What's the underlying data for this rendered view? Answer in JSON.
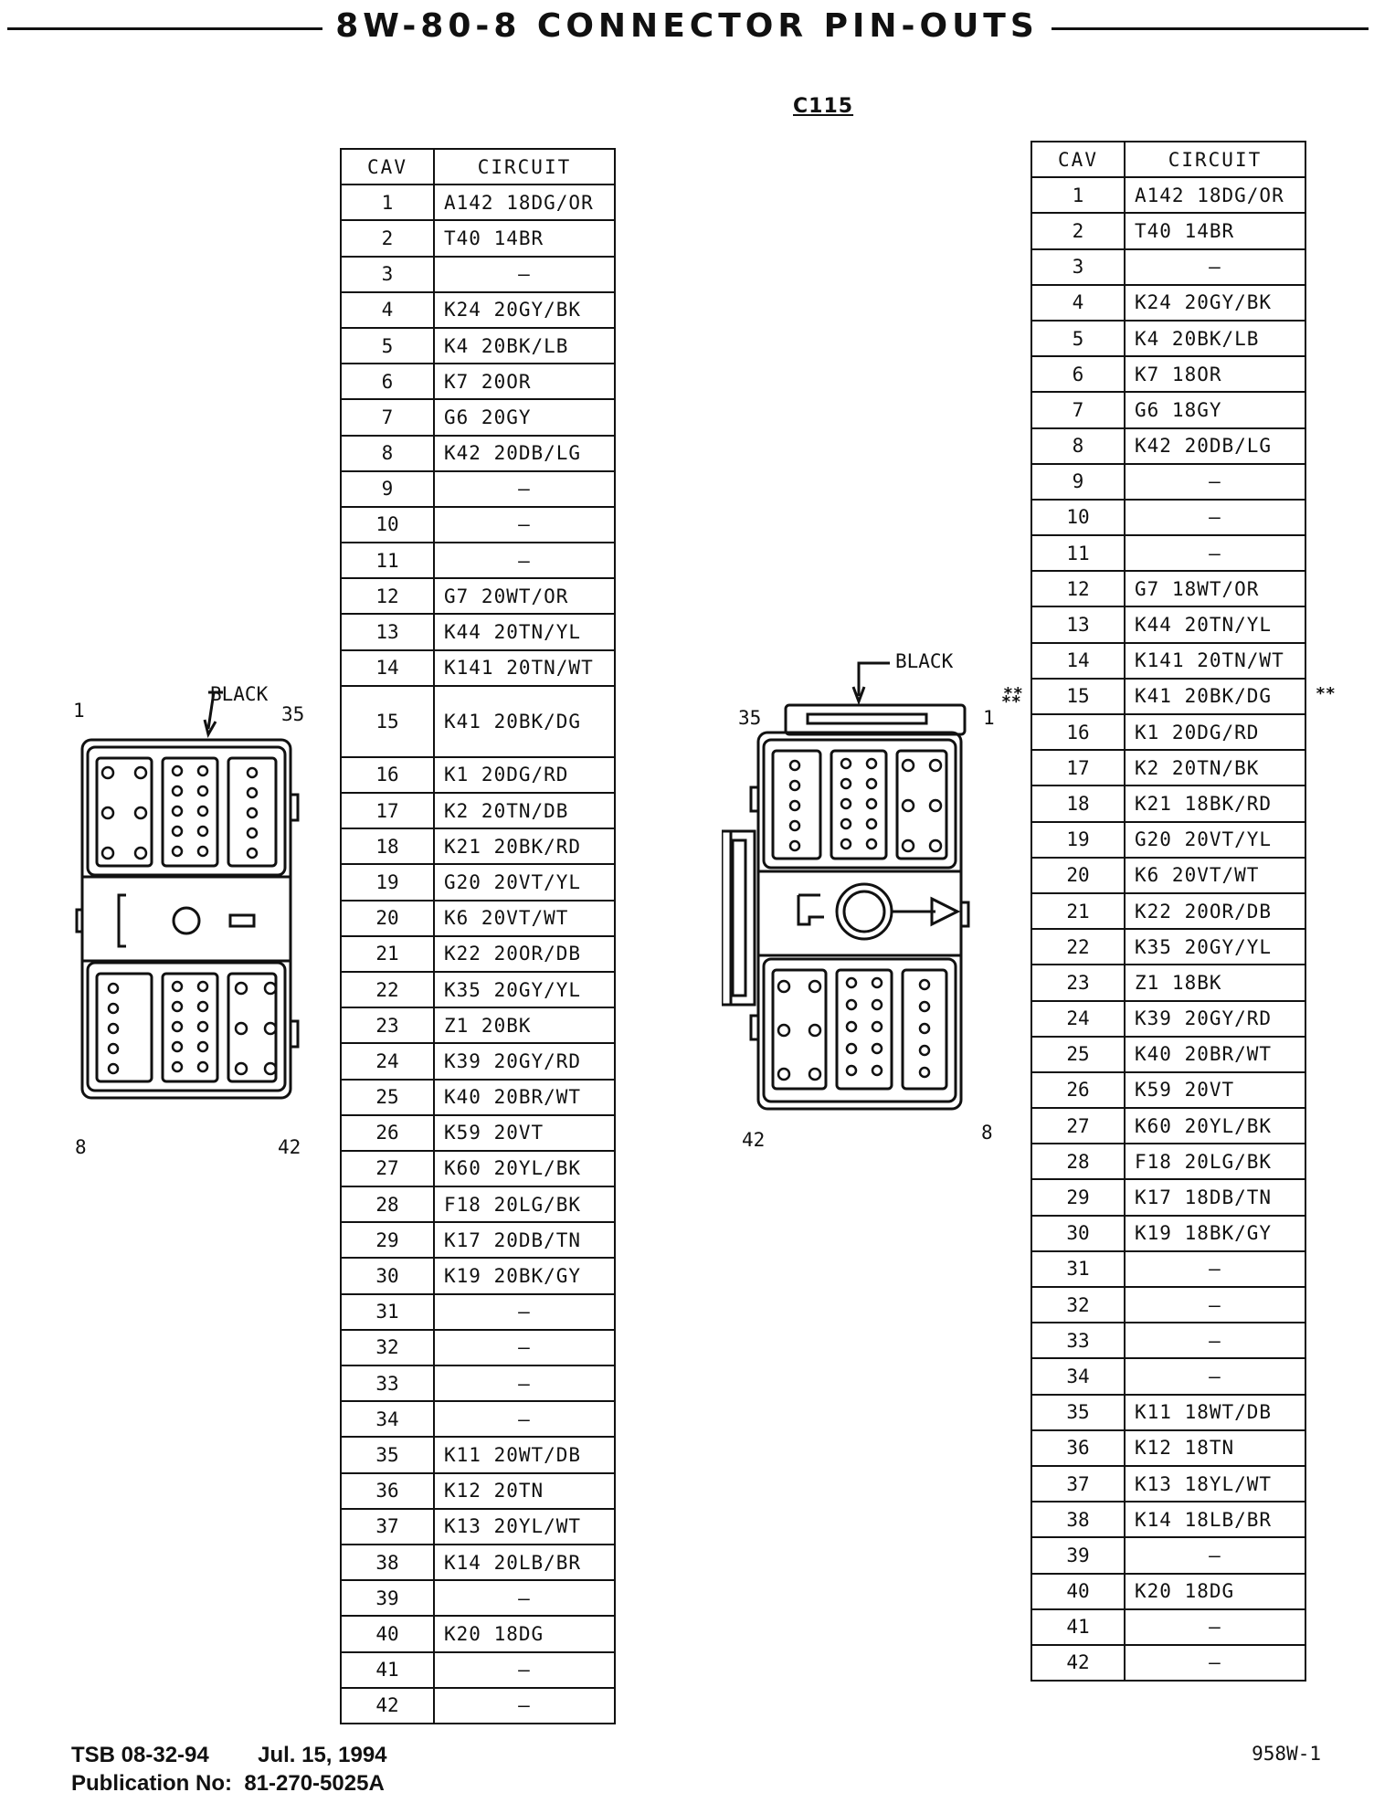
{
  "header": {
    "title": "8W-80-8 CONNECTOR PIN-OUTS",
    "connector_id": "C115"
  },
  "table_headers": {
    "cav": "CAV",
    "circuit": "CIRCUIT"
  },
  "left_connector": {
    "color_label": "BLACK",
    "corner_labels": {
      "top_left": "1",
      "top_right": "35",
      "bottom_left": "8",
      "bottom_right": "42"
    },
    "rows": [
      {
        "cav": "1",
        "circuit": "A142 18DG/OR"
      },
      {
        "cav": "2",
        "circuit": "T40 14BR"
      },
      {
        "cav": "3",
        "circuit": "—"
      },
      {
        "cav": "4",
        "circuit": "K24 20GY/BK"
      },
      {
        "cav": "5",
        "circuit": "K4 20BK/LB"
      },
      {
        "cav": "6",
        "circuit": "K7 20OR"
      },
      {
        "cav": "7",
        "circuit": "G6 20GY"
      },
      {
        "cav": "8",
        "circuit": "K42 20DB/LG"
      },
      {
        "cav": "9",
        "circuit": "—"
      },
      {
        "cav": "10",
        "circuit": "—"
      },
      {
        "cav": "11",
        "circuit": "—"
      },
      {
        "cav": "12",
        "circuit": "G7 20WT/OR"
      },
      {
        "cav": "13",
        "circuit": "K44 20TN/YL"
      },
      {
        "cav": "14",
        "circuit": "K141 20TN/WT"
      },
      {
        "cav": "15",
        "circuit": "K41 20BK/DG"
      },
      {
        "cav": "16",
        "circuit": "K1 20DG/RD"
      },
      {
        "cav": "17",
        "circuit": "K2 20TN/DB"
      },
      {
        "cav": "18",
        "circuit": "K21 20BK/RD"
      },
      {
        "cav": "19",
        "circuit": "G20 20VT/YL"
      },
      {
        "cav": "20",
        "circuit": "K6 20VT/WT"
      },
      {
        "cav": "21",
        "circuit": "K22 20OR/DB"
      },
      {
        "cav": "22",
        "circuit": "K35 20GY/YL"
      },
      {
        "cav": "23",
        "circuit": "Z1 20BK"
      },
      {
        "cav": "24",
        "circuit": "K39 20GY/RD"
      },
      {
        "cav": "25",
        "circuit": "K40 20BR/WT"
      },
      {
        "cav": "26",
        "circuit": "K59 20VT"
      },
      {
        "cav": "27",
        "circuit": "K60 20YL/BK"
      },
      {
        "cav": "28",
        "circuit": "F18 20LG/BK"
      },
      {
        "cav": "29",
        "circuit": "K17 20DB/TN"
      },
      {
        "cav": "30",
        "circuit": "K19 20BK/GY"
      },
      {
        "cav": "31",
        "circuit": "—"
      },
      {
        "cav": "32",
        "circuit": "—"
      },
      {
        "cav": "33",
        "circuit": "—"
      },
      {
        "cav": "34",
        "circuit": "—"
      },
      {
        "cav": "35",
        "circuit": "K11 20WT/DB"
      },
      {
        "cav": "36",
        "circuit": "K12 20TN"
      },
      {
        "cav": "37",
        "circuit": "K13 20YL/WT"
      },
      {
        "cav": "38",
        "circuit": "K14 20LB/BR"
      },
      {
        "cav": "39",
        "circuit": "—"
      },
      {
        "cav": "40",
        "circuit": "K20 18DG"
      },
      {
        "cav": "41",
        "circuit": "—"
      },
      {
        "cav": "42",
        "circuit": "—"
      }
    ]
  },
  "right_connector": {
    "color_label": "BLACK",
    "corner_labels": {
      "top_left": "35",
      "top_right": "1",
      "bottom_left": "42",
      "bottom_right": "8"
    },
    "note_marker": "**",
    "rows": [
      {
        "cav": "1",
        "circuit": "A142 18DG/OR"
      },
      {
        "cav": "2",
        "circuit": "T40 14BR"
      },
      {
        "cav": "3",
        "circuit": "—"
      },
      {
        "cav": "4",
        "circuit": "K24 20GY/BK"
      },
      {
        "cav": "5",
        "circuit": "K4 20BK/LB"
      },
      {
        "cav": "6",
        "circuit": "K7 18OR"
      },
      {
        "cav": "7",
        "circuit": "G6 18GY"
      },
      {
        "cav": "8",
        "circuit": "K42 20DB/LG"
      },
      {
        "cav": "9",
        "circuit": "—"
      },
      {
        "cav": "10",
        "circuit": "—"
      },
      {
        "cav": "11",
        "circuit": "—"
      },
      {
        "cav": "12",
        "circuit": "G7 18WT/OR"
      },
      {
        "cav": "13",
        "circuit": "K44 20TN/YL"
      },
      {
        "cav": "14",
        "circuit": "K141 20TN/WT"
      },
      {
        "cav": "15",
        "circuit": "K41 20BK/DG"
      },
      {
        "cav": "16",
        "circuit": "K1 20DG/RD"
      },
      {
        "cav": "17",
        "circuit": "K2 20TN/BK"
      },
      {
        "cav": "18",
        "circuit": "K21 18BK/RD"
      },
      {
        "cav": "19",
        "circuit": "G20 20VT/YL"
      },
      {
        "cav": "20",
        "circuit": "K6 20VT/WT"
      },
      {
        "cav": "21",
        "circuit": "K22 20OR/DB"
      },
      {
        "cav": "22",
        "circuit": "K35 20GY/YL"
      },
      {
        "cav": "23",
        "circuit": "Z1 18BK"
      },
      {
        "cav": "24",
        "circuit": "K39 20GY/RD"
      },
      {
        "cav": "25",
        "circuit": "K40 20BR/WT"
      },
      {
        "cav": "26",
        "circuit": "K59 20VT"
      },
      {
        "cav": "27",
        "circuit": "K60 20YL/BK"
      },
      {
        "cav": "28",
        "circuit": "F18 20LG/BK"
      },
      {
        "cav": "29",
        "circuit": "K17 18DB/TN"
      },
      {
        "cav": "30",
        "circuit": "K19 18BK/GY"
      },
      {
        "cav": "31",
        "circuit": "—"
      },
      {
        "cav": "32",
        "circuit": "—"
      },
      {
        "cav": "33",
        "circuit": "—"
      },
      {
        "cav": "34",
        "circuit": "—"
      },
      {
        "cav": "35",
        "circuit": "K11 18WT/DB"
      },
      {
        "cav": "36",
        "circuit": "K12 18TN"
      },
      {
        "cav": "37",
        "circuit": "K13 18YL/WT"
      },
      {
        "cav": "38",
        "circuit": "K14 18LB/BR"
      },
      {
        "cav": "39",
        "circuit": "—"
      },
      {
        "cav": "40",
        "circuit": "K20 18DG"
      },
      {
        "cav": "41",
        "circuit": "—"
      },
      {
        "cav": "42",
        "circuit": "—"
      }
    ]
  },
  "footer": {
    "tsb": "TSB 08-32-94",
    "date": "Jul. 15, 1994",
    "publication": "Publication No:  81-270-5025A",
    "page_code": "958W-1"
  }
}
